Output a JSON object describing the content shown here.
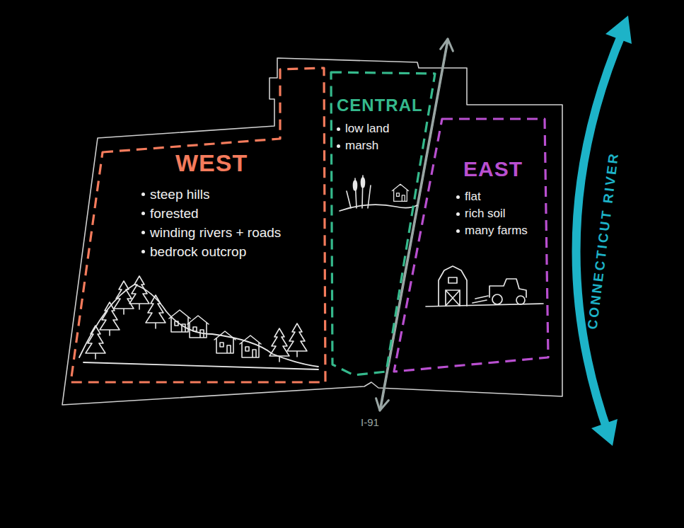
{
  "diagram": {
    "nodes": [
      {
        "text": [
          "WEST",
          "steep hills",
          "forested",
          "winding rivers + roads",
          "bedrock outcrop"
        ]
      },
      {
        "text": [
          "CENTRAL",
          "low land",
          "marsh"
        ]
      },
      {
        "text": [
          "EAST",
          "flat",
          "rich soil",
          "many farms"
        ]
      }
    ],
    "labels": [
      "I-91",
      "CONNECTICUT RIVER"
    ]
  }
}
